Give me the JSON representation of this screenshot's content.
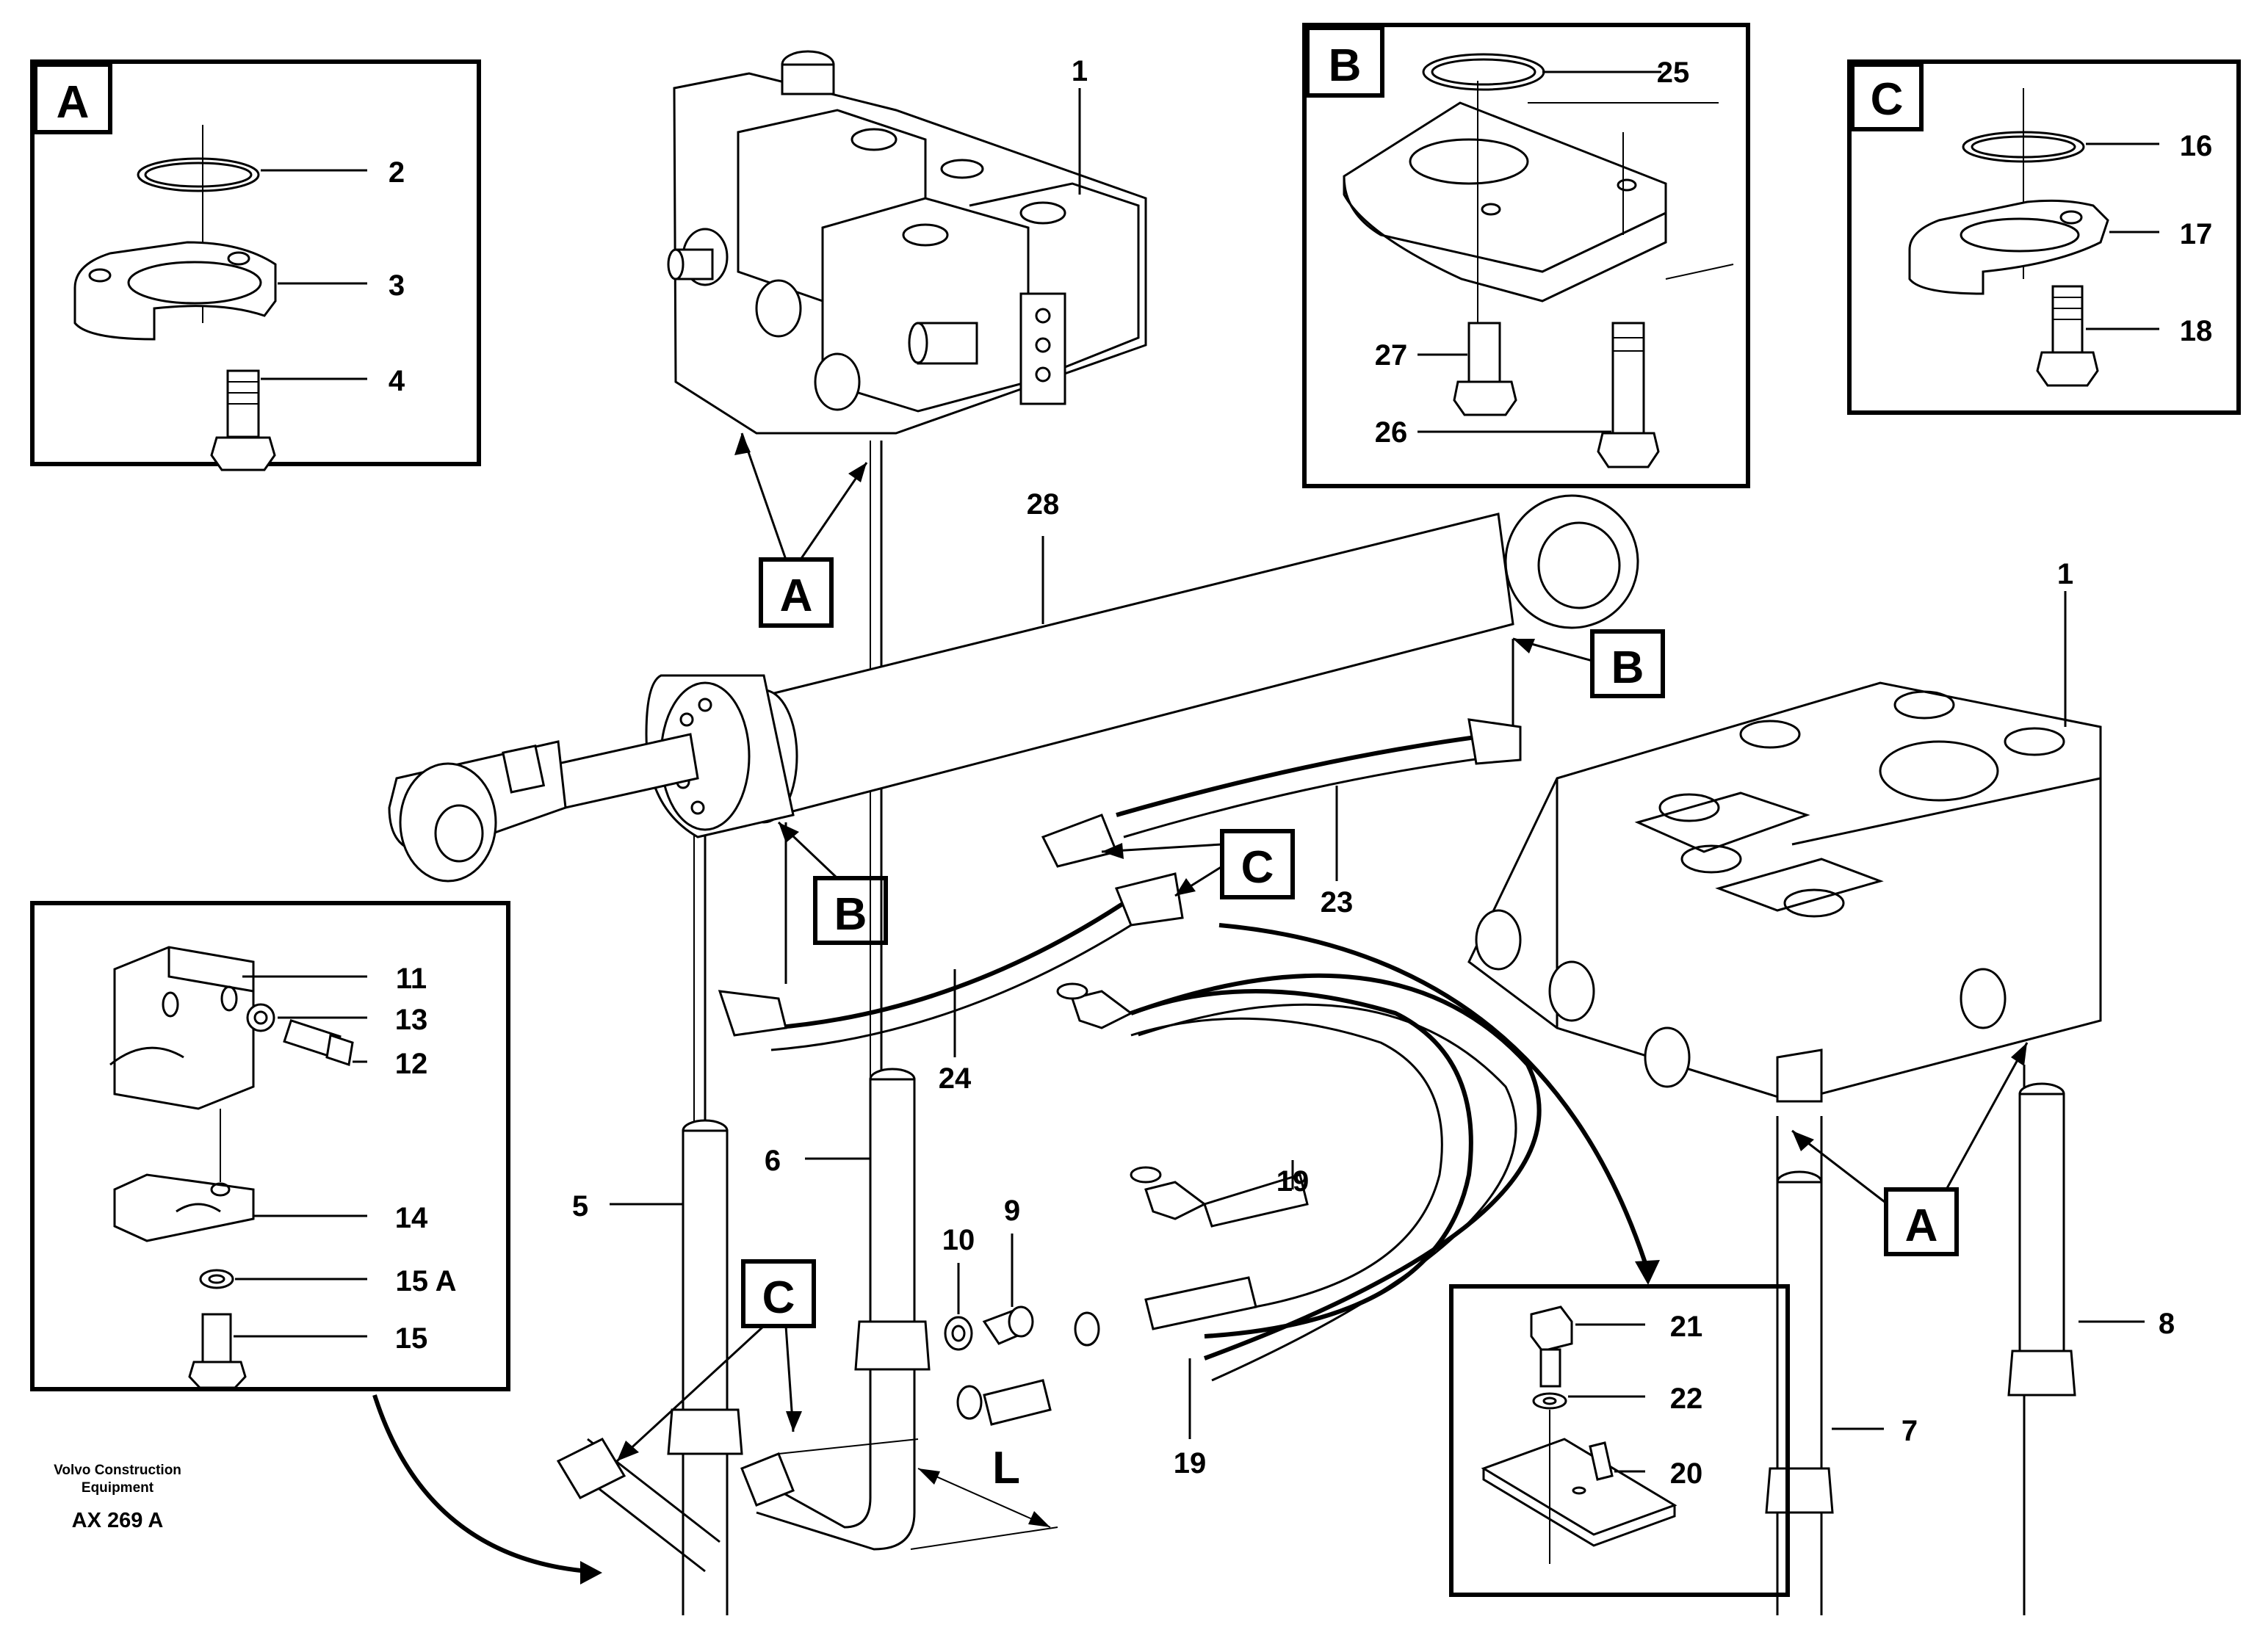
{
  "diagram": {
    "inset_labels": {
      "a_top_left": "A",
      "b_top": "B",
      "c_top_right": "C"
    },
    "callout_labels": {
      "a_center": "A",
      "b_right": "B",
      "b_lower": "B",
      "c_center": "C",
      "c_lower": "C",
      "a_right": "A"
    },
    "dimension_label": "L",
    "part_numbers": {
      "p1_top": "1",
      "p1_right": "1",
      "p2": "2",
      "p3": "3",
      "p4": "4",
      "p5": "5",
      "p6": "6",
      "p7": "7",
      "p8": "8",
      "p9": "9",
      "p10": "10",
      "p11": "11",
      "p12": "12",
      "p13": "13",
      "p14": "14",
      "p15a": "15 A",
      "p15": "15",
      "p16": "16",
      "p17": "17",
      "p18": "18",
      "p19_upper": "19",
      "p19_lower": "19",
      "p20": "20",
      "p21": "21",
      "p22": "22",
      "p23": "23",
      "p24": "24",
      "p25": "25",
      "p26": "26",
      "p27": "27",
      "p28": "28"
    },
    "footer": {
      "company_line1": "Volvo Construction",
      "company_line2": "Equipment",
      "drawing_code": "AX 269 A"
    }
  }
}
